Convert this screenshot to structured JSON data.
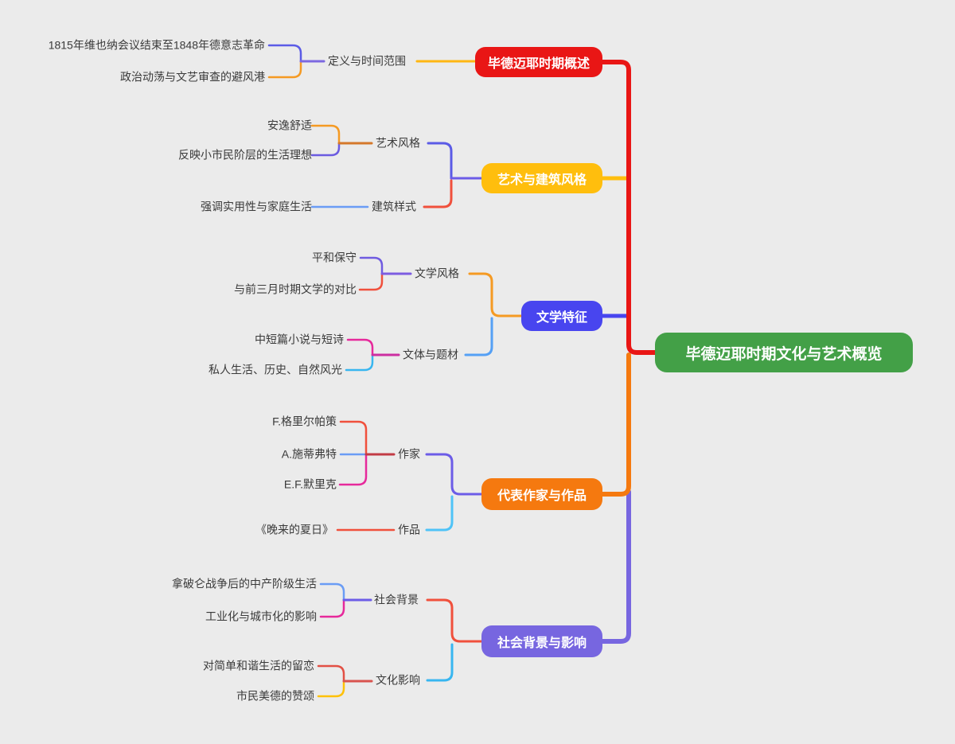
{
  "canvas": {
    "background": "#ebebeb"
  },
  "root": {
    "label": "毕德迈耶时期文化与艺术概览",
    "color": "#43A047"
  },
  "branches": [
    {
      "label": "毕德迈耶时期概述",
      "color": "#E91615",
      "subtopics": [
        {
          "label": "定义与时间范围",
          "leaves": [
            "1815年维也纳会议结束至1848年德意志革命",
            "政治动荡与文艺审查的避风港"
          ]
        }
      ]
    },
    {
      "label": "艺术与建筑风格",
      "color": "#FFBE0D",
      "subtopics": [
        {
          "label": "艺术风格",
          "leaves": [
            "安逸舒适",
            "反映小市民阶层的生活理想"
          ]
        },
        {
          "label": "建筑样式",
          "leaves": [
            "强调实用性与家庭生活"
          ]
        }
      ]
    },
    {
      "label": "文学特征",
      "color": "#4845EF",
      "subtopics": [
        {
          "label": "文学风格",
          "leaves": [
            "平和保守",
            "与前三月时期文学的对比"
          ]
        },
        {
          "label": "文体与题材",
          "leaves": [
            "中短篇小说与短诗",
            "私人生活、历史、自然风光"
          ]
        }
      ]
    },
    {
      "label": "代表作家与作品",
      "color": "#F5790F",
      "subtopics": [
        {
          "label": "作家",
          "leaves": [
            "F.格里尔帕策",
            "A.施蒂弗特",
            "E.F.默里克"
          ]
        },
        {
          "label": "作品",
          "leaves": [
            "《晚来的夏日》"
          ]
        }
      ]
    },
    {
      "label": "社会背景与影响",
      "color": "#7766E0",
      "subtopics": [
        {
          "label": "社会背景",
          "leaves": [
            "拿破仑战争后的中产阶级生活",
            "工业化与城市化的影响"
          ]
        },
        {
          "label": "文化影响",
          "leaves": [
            "对简单和谐生活的留恋",
            "市民美德的赞颂"
          ]
        }
      ]
    }
  ],
  "connector_colors": {
    "trunk_top": "#E91615",
    "trunk_middle": "#F5790F",
    "trunk_bottom": "#7766E0",
    "stub_art": "#FFBE0D",
    "stub_literature": "#4845EF"
  }
}
